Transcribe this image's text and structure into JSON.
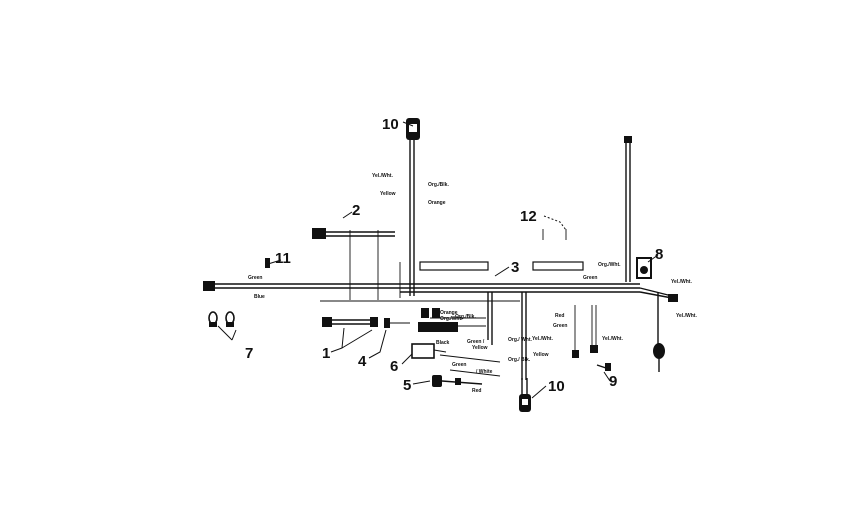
{
  "callouts": {
    "c1": "1",
    "c2": "2",
    "c3": "3",
    "c4": "4",
    "c5": "5",
    "c6": "6",
    "c7": "7",
    "c8": "8",
    "c9": "9",
    "c10a": "10",
    "c10b": "10",
    "c11": "11",
    "c12": "12"
  },
  "wire_labels": {
    "yel_wht_top": "Yel./Wht.",
    "org_blk_top": "Org./Blk.",
    "yellow_top": "Yellow",
    "orange_top": "Orange",
    "green_left": "Green",
    "blue_left": "Blue",
    "green_right": "Green",
    "org_wht_right": "Org./Wht.",
    "yel_wht_right": "Yel./Wht.",
    "yel_wht_right2": "Yel./Wht.",
    "orange_mid": "Orange",
    "org_wht_mid": "Org./Wht.",
    "org_blk_mid": "Org./Blk.",
    "green_mid": "Green /",
    "yellow_mid": "Yellow",
    "black_mid": "Black",
    "green_low": "Green",
    "white_low": "/ White",
    "red_low": "Red",
    "red_right": "Red",
    "green_right2": "Green",
    "yel_wht_low": "Yel./Wht.",
    "org_wht_low": "Org./ Wht.",
    "yellow_low": "Yellow",
    "org_blk_low": "Org./ Blk.",
    "yel_wht_low2": "Yel./Wht."
  }
}
